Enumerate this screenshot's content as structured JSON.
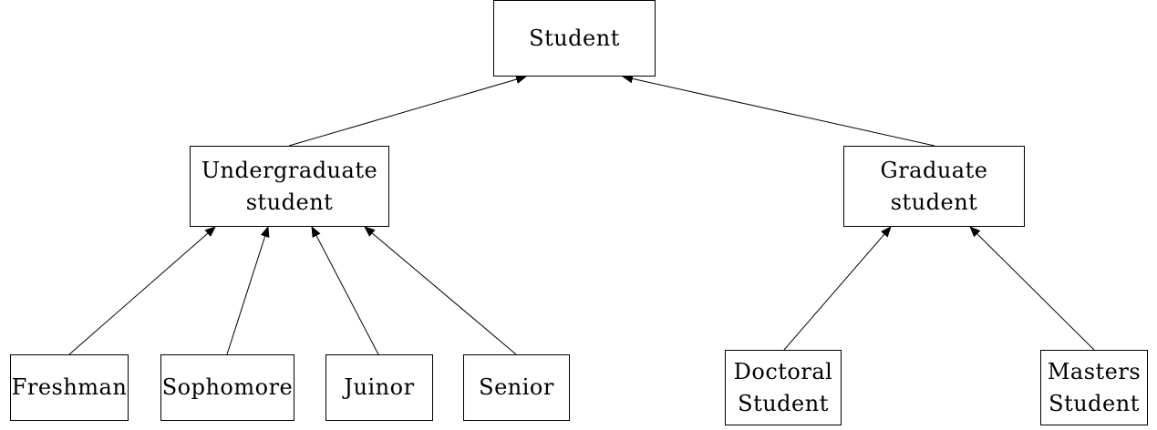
{
  "nodes": {
    "student": {
      "lines": [
        "Student"
      ]
    },
    "undergraduate": {
      "lines": [
        "Undergraduate",
        "student"
      ]
    },
    "graduate": {
      "lines": [
        "Graduate",
        "student"
      ]
    },
    "freshman": {
      "lines": [
        "Freshman"
      ]
    },
    "sophomore": {
      "lines": [
        "Sophomore"
      ]
    },
    "juinor": {
      "lines": [
        "Juinor"
      ]
    },
    "senior": {
      "lines": [
        "Senior"
      ]
    },
    "doctoral": {
      "lines": [
        "Doctoral",
        "Student"
      ]
    },
    "masters": {
      "lines": [
        "Masters",
        "Student"
      ]
    }
  },
  "edges": [
    {
      "from": "undergraduate",
      "to": "student"
    },
    {
      "from": "graduate",
      "to": "student"
    },
    {
      "from": "freshman",
      "to": "undergraduate"
    },
    {
      "from": "sophomore",
      "to": "undergraduate"
    },
    {
      "from": "juinor",
      "to": "undergraduate"
    },
    {
      "from": "senior",
      "to": "undergraduate"
    },
    {
      "from": "doctoral",
      "to": "graduate"
    },
    {
      "from": "masters",
      "to": "graduate"
    }
  ],
  "colors": {
    "stroke": "#000000",
    "background": "#ffffff",
    "text": "#000000"
  }
}
